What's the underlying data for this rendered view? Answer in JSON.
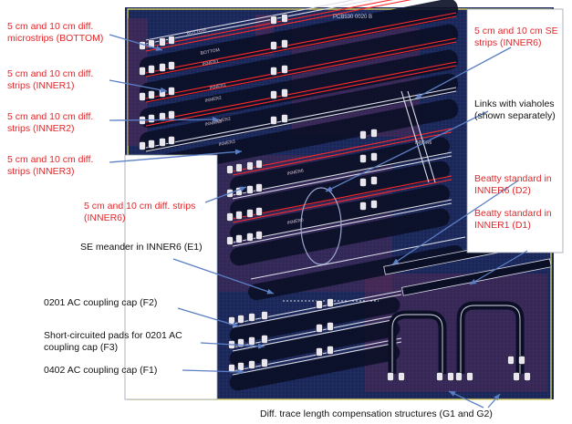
{
  "pcb": {
    "header": "PCB530 0020 B",
    "layer_tags": [
      "BOTTOM",
      "BOTTOM",
      "INNER1",
      "INNER1",
      "INNER2",
      "INNER2",
      "INNER3",
      "INNER3",
      "INNER6",
      "INNER6"
    ],
    "right_tag": "INNER6"
  },
  "annotations": {
    "bottom": "5 cm and 10 cm  diff.\nmicrostrips (BOTTOM)",
    "inner1": "5 cm and 10 cm  diff.\nstrips (INNER1)",
    "inner2": "5 cm and 10 cm  diff.\nstrips (INNER2)",
    "inner3": "5 cm and 10 cm  diff.\nstrips (INNER3)",
    "inner6": "5 cm and 10 cm  diff. strips\n(INNER6)",
    "se_strips": "5 cm and 10 cm SE\nstrips (INNER6)",
    "links": "Links with viaholes\n(shown separately)",
    "beatty_d2": "Beatty standard in\nINNER6 (D2)",
    "beatty_d1": "Beatty standard in\nINNER1 (D1)",
    "meander": "SE meander in INNER6 (E1)",
    "cap_f2": "0201 AC coupling cap (F2)",
    "short_f3": "Short-circuited pads for 0201 AC\ncoupling cap (F3)",
    "cap_f1": "0402 AC coupling cap (F1)",
    "comp": "Diff. trace length compensation structures (G1 and G2)"
  },
  "colors": {
    "board": "#1a2656",
    "board_grid": "#2c3d7a",
    "copper": "#5a2a55",
    "copper_edge": "#7a3c72",
    "clearance": "#0b0f26",
    "outline": "#d8d260",
    "pad": "#e9e6ee",
    "red_trace": "#ff2a2a",
    "white_trace": "#dcdde8",
    "arrow": "#5b7fc4",
    "red_label": "#e3262a"
  }
}
